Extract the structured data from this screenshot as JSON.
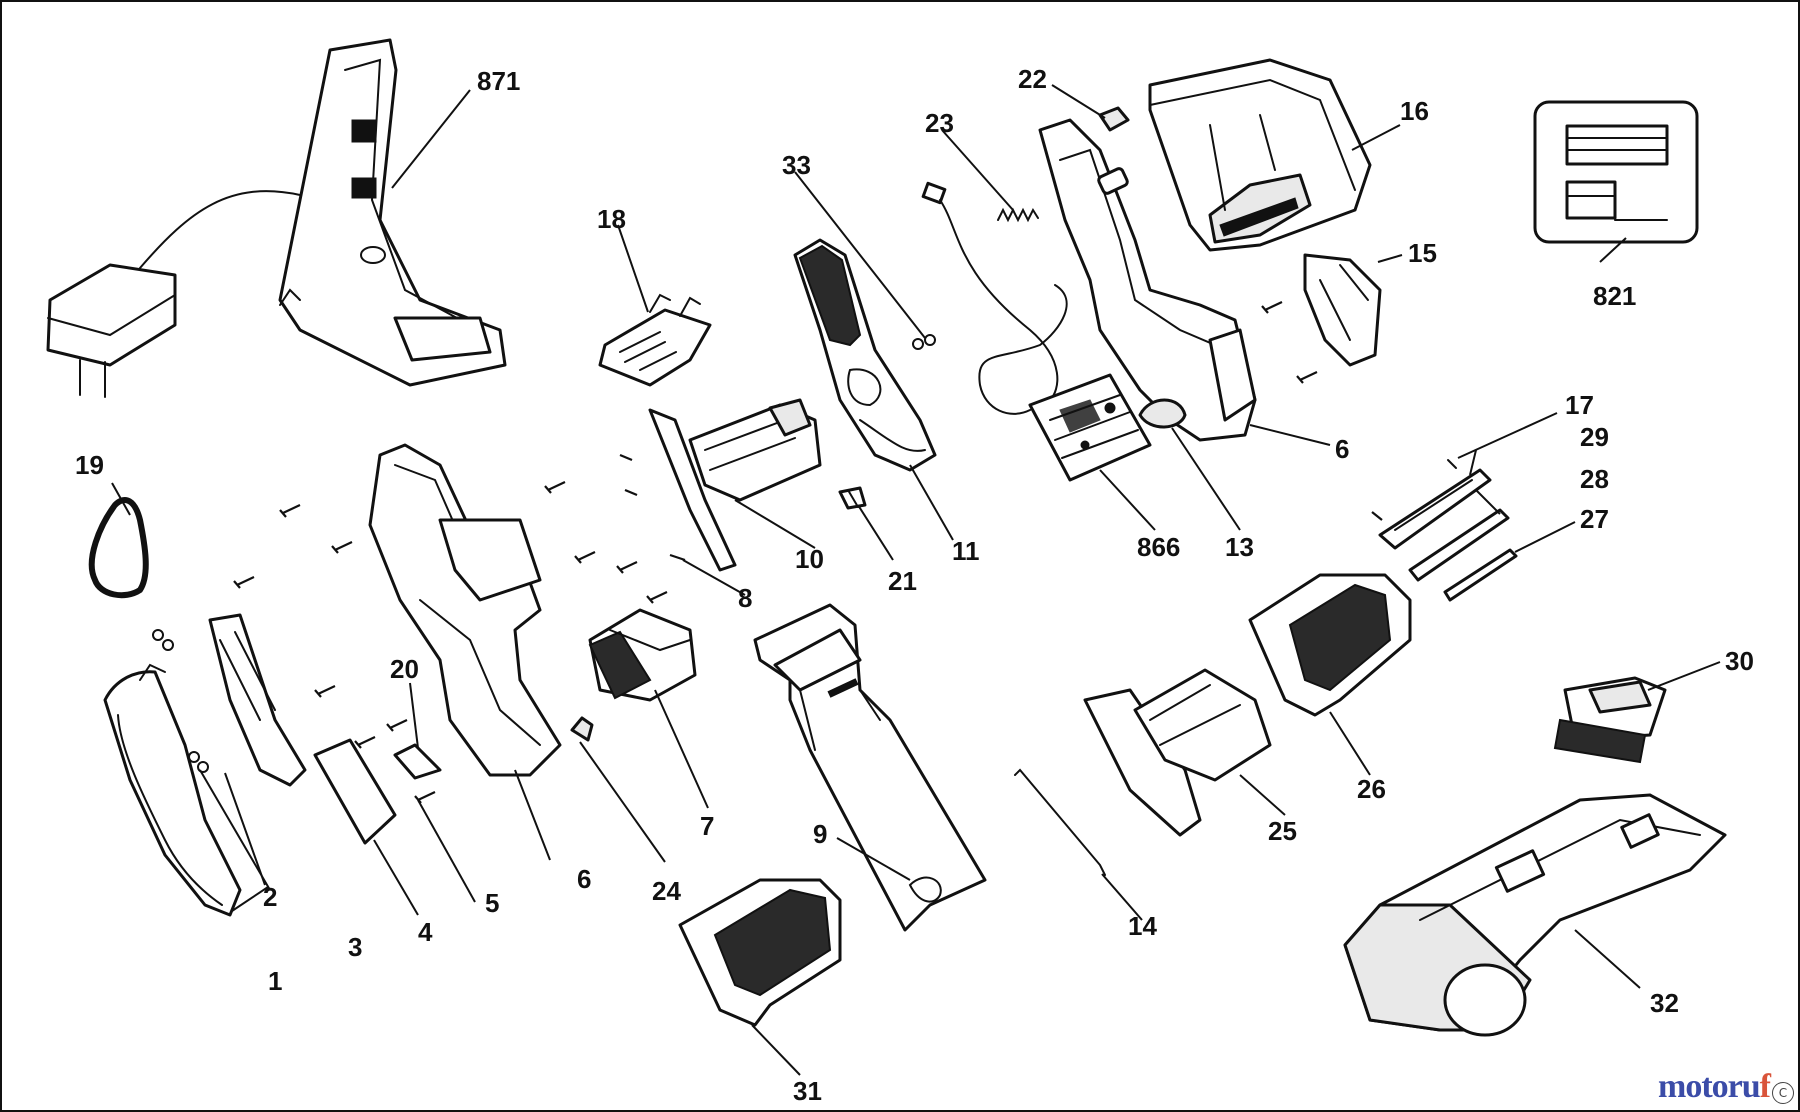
{
  "callouts": {
    "p871": "871",
    "p18": "18",
    "p33": "33",
    "p23": "23",
    "p22": "22",
    "p16": "16",
    "p821": "821",
    "p15": "15",
    "p19": "19",
    "p17": "17",
    "p29": "29",
    "p28": "28",
    "p27": "27",
    "p6a": "6",
    "p13": "13",
    "p866": "866",
    "p11": "11",
    "p10": "10",
    "p21": "21",
    "p8": "8",
    "p30": "30",
    "p20": "20",
    "p2": "2",
    "p3": "3",
    "p4": "4",
    "p5": "5",
    "p6b": "6",
    "p24": "24",
    "p7": "7",
    "p9": "9",
    "p25": "25",
    "p26": "26",
    "p14": "14",
    "p32": "32",
    "p1": "1",
    "p31": "31"
  },
  "watermark": {
    "part1": "motoru",
    "part2": "f"
  },
  "colors": {
    "line": "#111111",
    "background": "#ffffff",
    "brand_blue": "#3b4ca8",
    "brand_red": "#d9543a"
  }
}
